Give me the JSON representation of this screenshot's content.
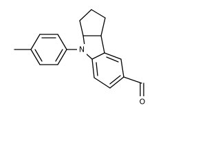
{
  "molecule": {
    "atoms": [
      {
        "id": "N",
        "symbol": "N"
      },
      {
        "id": "O",
        "symbol": "O"
      }
    ]
  }
}
